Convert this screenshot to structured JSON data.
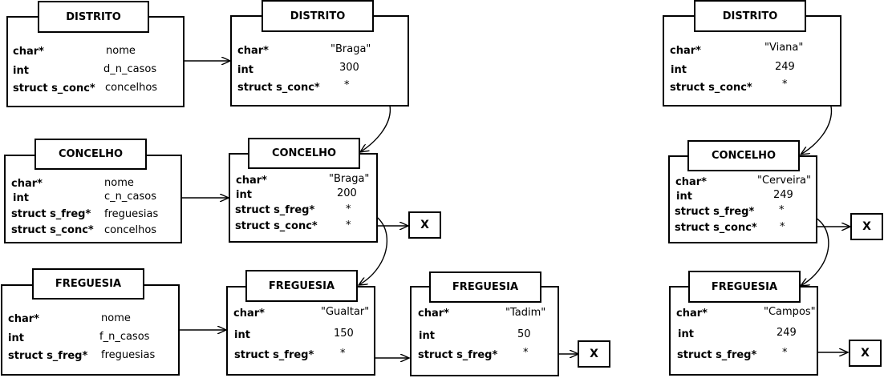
{
  "types": {
    "char": "char*",
    "int": "int",
    "sconc": "struct s_conc*",
    "sfreg": "struct s_freg*"
  },
  "structs": {
    "distrito": {
      "title": "DISTRITO",
      "fields": [
        "nome",
        "d_n_casos",
        "concelhos"
      ]
    },
    "concelho": {
      "title": "CONCELHO",
      "fields": [
        "nome",
        "c_n_casos",
        "freguesias",
        "concelhos"
      ]
    },
    "freguesia": {
      "title": "FREGUESIA",
      "fields": [
        "nome",
        "f_n_casos",
        "freguesias"
      ]
    }
  },
  "braga": {
    "distrito": {
      "title": "DISTRITO",
      "values": [
        "\"Braga\"",
        "300",
        "*"
      ]
    },
    "concelho": {
      "title": "CONCELHO",
      "values": [
        "\"Braga\"",
        "200",
        "*",
        "*"
      ]
    },
    "freguesia1": {
      "title": "FREGUESIA",
      "values": [
        "\"Gualtar\"",
        "150",
        "*"
      ]
    },
    "freguesia2": {
      "title": "FREGUESIA",
      "values": [
        "\"Tadim\"",
        "50",
        "*"
      ]
    }
  },
  "viana": {
    "distrito": {
      "title": "DISTRITO",
      "values": [
        "\"Viana\"",
        "249",
        "*"
      ]
    },
    "concelho": {
      "title": "CONCELHO",
      "values": [
        "\"Cerveira\"",
        "249",
        "*",
        "*"
      ]
    },
    "freguesia": {
      "title": "FREGUESIA",
      "values": [
        "\"Campos\"",
        "249",
        "*"
      ]
    }
  },
  "null_marker": "X"
}
